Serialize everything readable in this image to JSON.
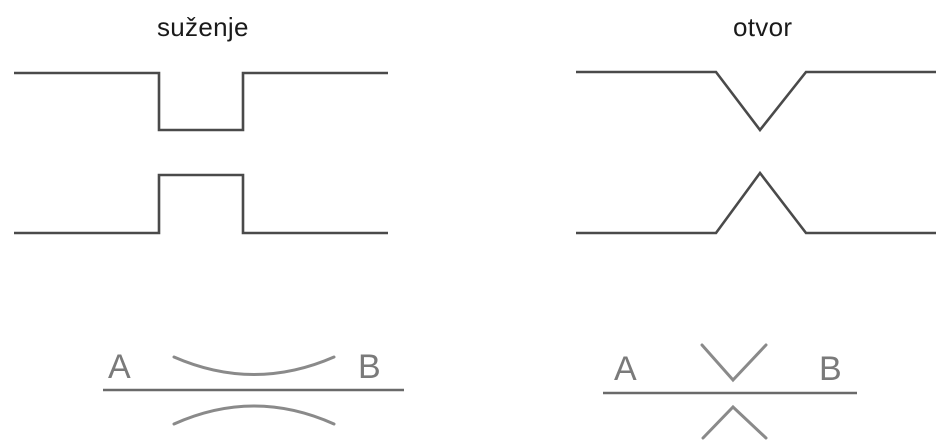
{
  "titles": {
    "left": "suženje",
    "right": "otvor"
  },
  "symbols": {
    "left": {
      "a": "A",
      "b": "B"
    },
    "right": {
      "a": "A",
      "b": "B"
    }
  },
  "colors": {
    "outline": "#4a4a4a",
    "symbol": "#7a7a7a"
  }
}
